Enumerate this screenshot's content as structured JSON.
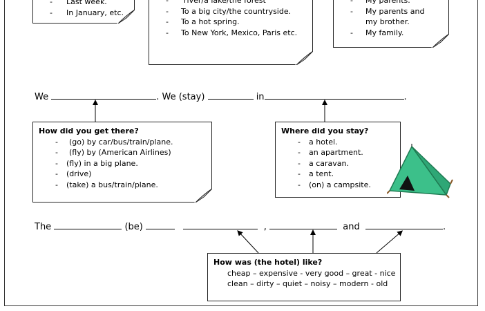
{
  "box_when": {
    "items": [
      "Last week.",
      "In January, etc."
    ]
  },
  "box_where": {
    "items": [
      "river/a lake/the forest",
      "To a big city/the countryside.",
      "To a hot spring.",
      "To New York, Mexico, Paris etc."
    ]
  },
  "box_who": {
    "items": [
      "My parents.",
      "My parents and my brother.",
      "My family."
    ]
  },
  "sentence1": {
    "we": "We",
    "we_stay": ". We (stay)",
    "in": "in",
    "end": "."
  },
  "box_transport": {
    "title": "How did you get there?",
    "items": [
      "(go) by car/bus/train/plane.",
      "(fly) by (American Airlines)",
      "(fly) in a big plane.",
      "(drive)",
      "(take) a bus/train/plane."
    ]
  },
  "box_stay": {
    "title": "Where did you stay?",
    "items": [
      "a hotel.",
      "an apartment.",
      "a caravan.",
      "a tent.",
      "(on) a campsite."
    ]
  },
  "sentence2": {
    "the": "The",
    "be": "(be)",
    "comma": ",",
    "and": "and",
    "end": "."
  },
  "box_hotel": {
    "title": "How was (the hotel) like?",
    "line1": "cheap – expensive - very good – great - nice",
    "line2": "clean – dirty – quiet – noisy – modern - old"
  },
  "colors": {
    "tent": "#3cc08a",
    "tent_dark": "#1f7a52"
  }
}
